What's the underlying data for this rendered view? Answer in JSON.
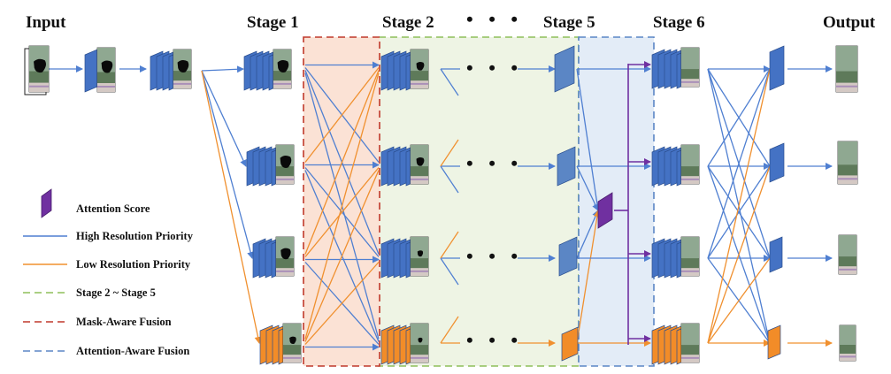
{
  "labels": {
    "input": "Input",
    "stage1": "Stage 1",
    "stage2": "Stage 2",
    "stage_dots": "• • •",
    "stage5": "Stage 5",
    "stage6": "Stage 6",
    "output": "Output"
  },
  "ellipsis": "• • •",
  "legend": {
    "attention_score": "Attention Score",
    "high_res": "High Resolution Priority",
    "low_res": "Low Resolution Priority",
    "stage_range": "Stage 2 ~ Stage 5",
    "mask_fusion": "Mask-Aware Fusion",
    "attention_fusion": "Attention-Aware Fusion"
  },
  "colors": {
    "blue_feature": "#4472C4",
    "blue_line": "#4F7FD1",
    "orange_feature": "#F28C28",
    "orange_line": "#F0902F",
    "purple": "#7030A0",
    "green_dash": "#8DBF5A",
    "green_fill": "#EEF4E4",
    "red_dash": "#C0392B",
    "red_fill": "#FBE2D5",
    "blue_dash": "#5B86C5",
    "blue_fill": "#E3ECF7"
  }
}
